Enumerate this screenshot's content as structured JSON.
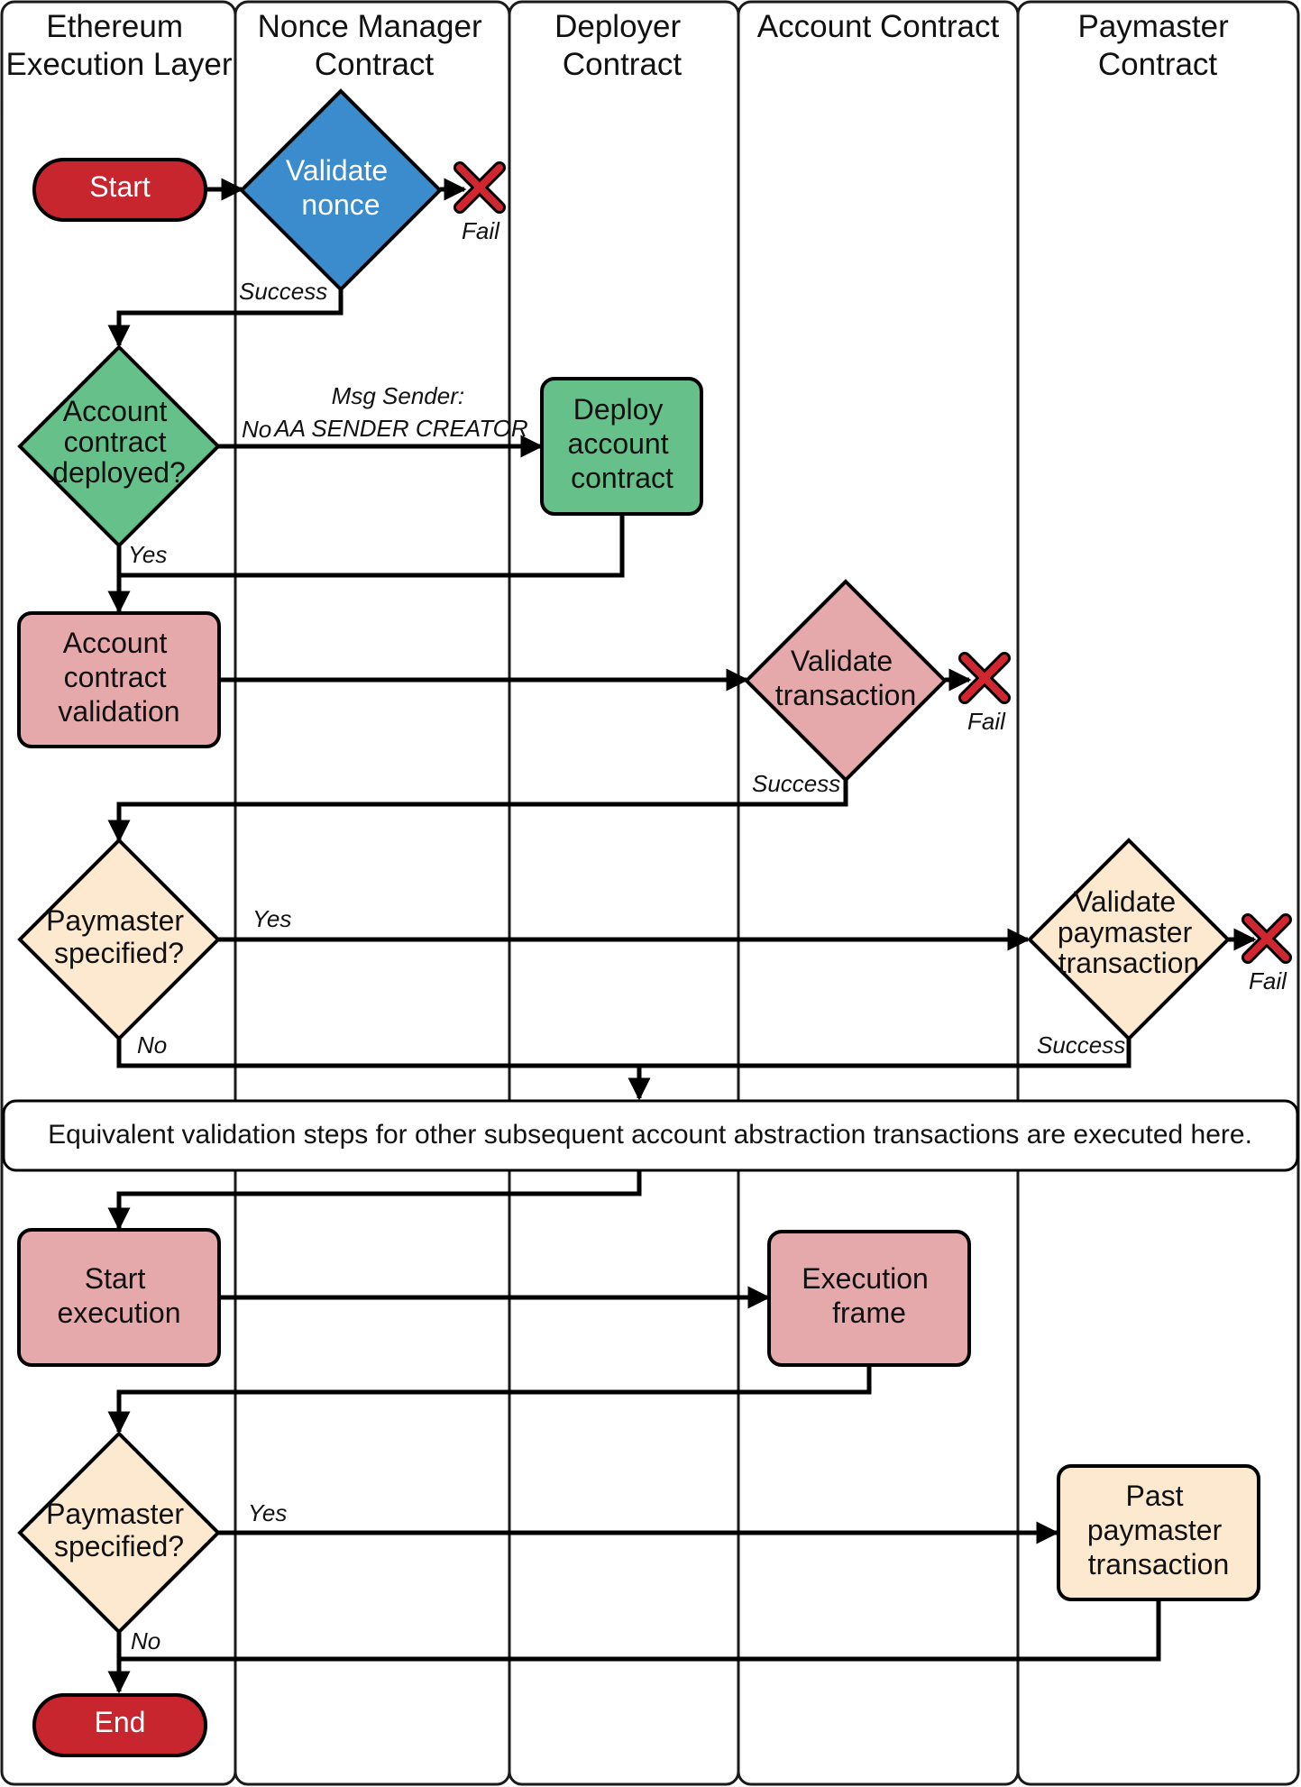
{
  "lanes": [
    {
      "id": "eth",
      "title_lines": [
        "Ethereum",
        "Execution Layer"
      ]
    },
    {
      "id": "nonce",
      "title_lines": [
        "Nonce Manager",
        "Contract"
      ]
    },
    {
      "id": "deployer",
      "title_lines": [
        "Deployer",
        "Contract"
      ]
    },
    {
      "id": "account",
      "title_lines": [
        "Account Contract"
      ]
    },
    {
      "id": "paymaster",
      "title_lines": [
        "Paymaster",
        "Contract"
      ]
    }
  ],
  "colors": {
    "terminal": "#c8262f",
    "terminal_text": "#ffffff",
    "blue": "#3a8ccc",
    "blue_text": "#ffffff",
    "green": "#66c08a",
    "pink": "#e5a9ac",
    "cream": "#fde8d0",
    "fail_x": "#d0262f",
    "dark_text": "#111111"
  },
  "nodes": {
    "start": {
      "lines": [
        "Start"
      ]
    },
    "validate_nonce": {
      "lines": [
        "Validate",
        "nonce"
      ]
    },
    "account_deployed": {
      "lines": [
        "Account",
        "contract",
        "deployed?"
      ]
    },
    "deploy_account": {
      "lines": [
        "Deploy",
        "account",
        "contract"
      ]
    },
    "account_validation": {
      "lines": [
        "Account",
        "contract",
        "validation"
      ]
    },
    "validate_transaction": {
      "lines": [
        "Validate",
        "transaction"
      ]
    },
    "paymaster_specified_1": {
      "lines": [
        "Paymaster",
        "specified?"
      ]
    },
    "validate_paymaster": {
      "lines": [
        "Validate",
        "paymaster",
        "transaction"
      ]
    },
    "start_execution": {
      "lines": [
        "Start",
        "execution"
      ]
    },
    "execution_frame": {
      "lines": [
        "Execution",
        "frame"
      ]
    },
    "paymaster_specified_2": {
      "lines": [
        "Paymaster",
        "specified?"
      ]
    },
    "past_paymaster": {
      "lines": [
        "Past",
        "paymaster",
        "transaction"
      ]
    },
    "end": {
      "lines": [
        "End"
      ]
    }
  },
  "banner": {
    "text": "Equivalent validation steps for other subsequent account abstraction transactions are executed here."
  },
  "edge_labels": {
    "fail": "Fail",
    "success": "Success",
    "yes": "Yes",
    "no": "No",
    "msg_sender_1": "Msg Sender:",
    "msg_sender_2": "AA SENDER CREATOR"
  }
}
